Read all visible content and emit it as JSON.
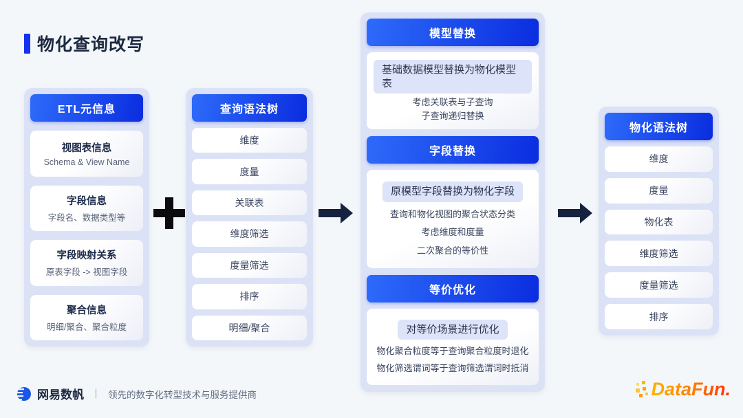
{
  "title": {
    "text": "物化查询改写"
  },
  "columns": {
    "etl": {
      "header": "ETL元信息",
      "items": [
        {
          "title": "视图表信息",
          "subtitle": "Schema & View Name"
        },
        {
          "title": "字段信息",
          "subtitle": "字段名、数据类型等"
        },
        {
          "title": "字段映射关系",
          "subtitle": "原表字段 -> 视图字段"
        },
        {
          "title": "聚合信息",
          "subtitle": "明细/聚合、聚合粒度"
        }
      ]
    },
    "query_tree": {
      "header": "查询语法树",
      "items": [
        "维度",
        "度量",
        "关联表",
        "维度筛选",
        "度量筛选",
        "排序",
        "明细/聚合"
      ]
    },
    "process": {
      "sections": [
        {
          "header": "模型替换",
          "highlight": "基础数据模型替换为物化模型表",
          "lines": [
            "考虑关联表与子查询",
            "子查询递归替换"
          ]
        },
        {
          "header": "字段替换",
          "highlight": "原模型字段替换为物化字段",
          "lines": [
            "查询和物化视图的聚合状态分类",
            "考虑维度和度量",
            "二次聚合的等价性"
          ]
        },
        {
          "header": "等价优化",
          "highlight": "对等价场景进行优化",
          "lines": [
            "物化聚合粒度等于查询聚合粒度时退化",
            "物化筛选谓词等于查询筛选谓词时抵消"
          ]
        }
      ]
    },
    "mat_tree": {
      "header": "物化语法树",
      "items": [
        "维度",
        "度量",
        "物化表",
        "维度筛选",
        "度量筛选",
        "排序"
      ]
    }
  },
  "footer": {
    "brand": "网易数帆",
    "divider": "丨",
    "tagline": "领先的数字化转型技术与服务提供商",
    "datafun": "DataFun."
  },
  "colors": {
    "background": "#f4f7fa",
    "panel_bg": "#dce2f6",
    "header_gradient_start": "#2e6bfa",
    "header_gradient_end": "#0a2ddf",
    "accent_bar": "#1133f0",
    "highlight_bg": "#dde3f8",
    "arrow": "#16233f",
    "datafun_gradient_start": "#ffb301",
    "datafun_gradient_end": "#ff2d00"
  }
}
